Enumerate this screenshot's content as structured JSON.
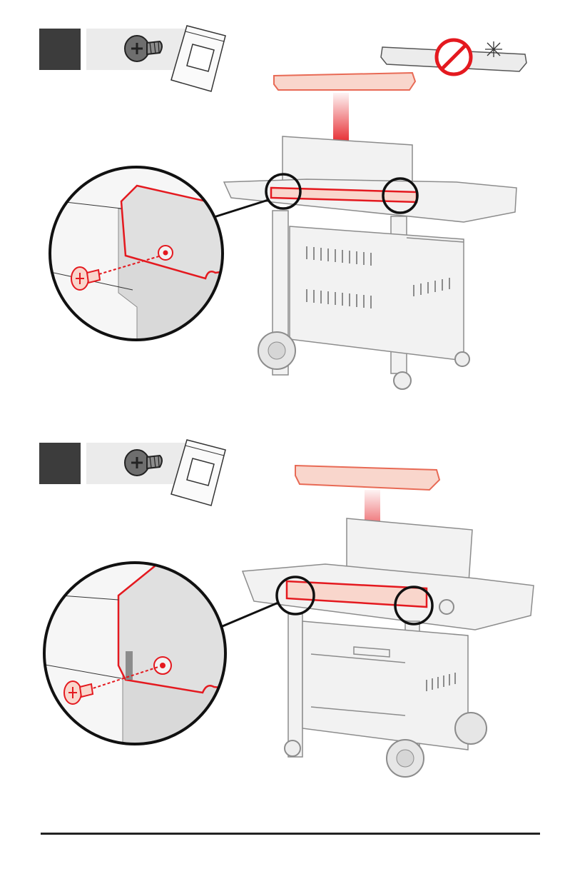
{
  "document": {
    "type": "assembly-instructions",
    "steps": [
      {
        "step_number": "",
        "hardware_icons": [
          "screw-icon",
          "hardware-bag-icon"
        ],
        "part": "rear-heat-deflector",
        "warning_icons": [
          "prohibited-icon",
          "warning-sparkle-icon"
        ]
      },
      {
        "step_number": "",
        "hardware_icons": [
          "screw-icon",
          "hardware-bag-icon"
        ],
        "part": "front-trim-bar"
      }
    ]
  },
  "colors": {
    "accent_red": "#e4191f",
    "part_fill": "#f9d6cc",
    "part_stroke": "#e86a55",
    "badge": "#3c3c3c",
    "strip": "#ebebeb",
    "outline": "#8c8c8c",
    "callout": "#111111"
  }
}
